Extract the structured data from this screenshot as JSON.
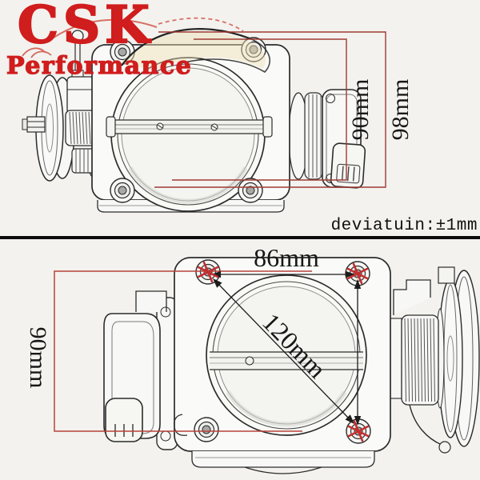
{
  "logo": {
    "brand": "CSK",
    "subtitle": "Performance"
  },
  "top_view": {
    "flange_height_dim": "90mm",
    "overall_height_dim": "98mm"
  },
  "tolerance_note": "deviatuin:±1mm",
  "bottom_view": {
    "bolt_spacing_dim": "86mm",
    "diagonal_dim": "120mm",
    "flange_height_dim": "90mm"
  },
  "colors": {
    "logo_red": "#d01d1d",
    "dimension_bracket_red": "#a03a33",
    "marker_red": "#c22f2f",
    "ink_black": "#1c1c1c",
    "background": "#f3f2ee"
  }
}
